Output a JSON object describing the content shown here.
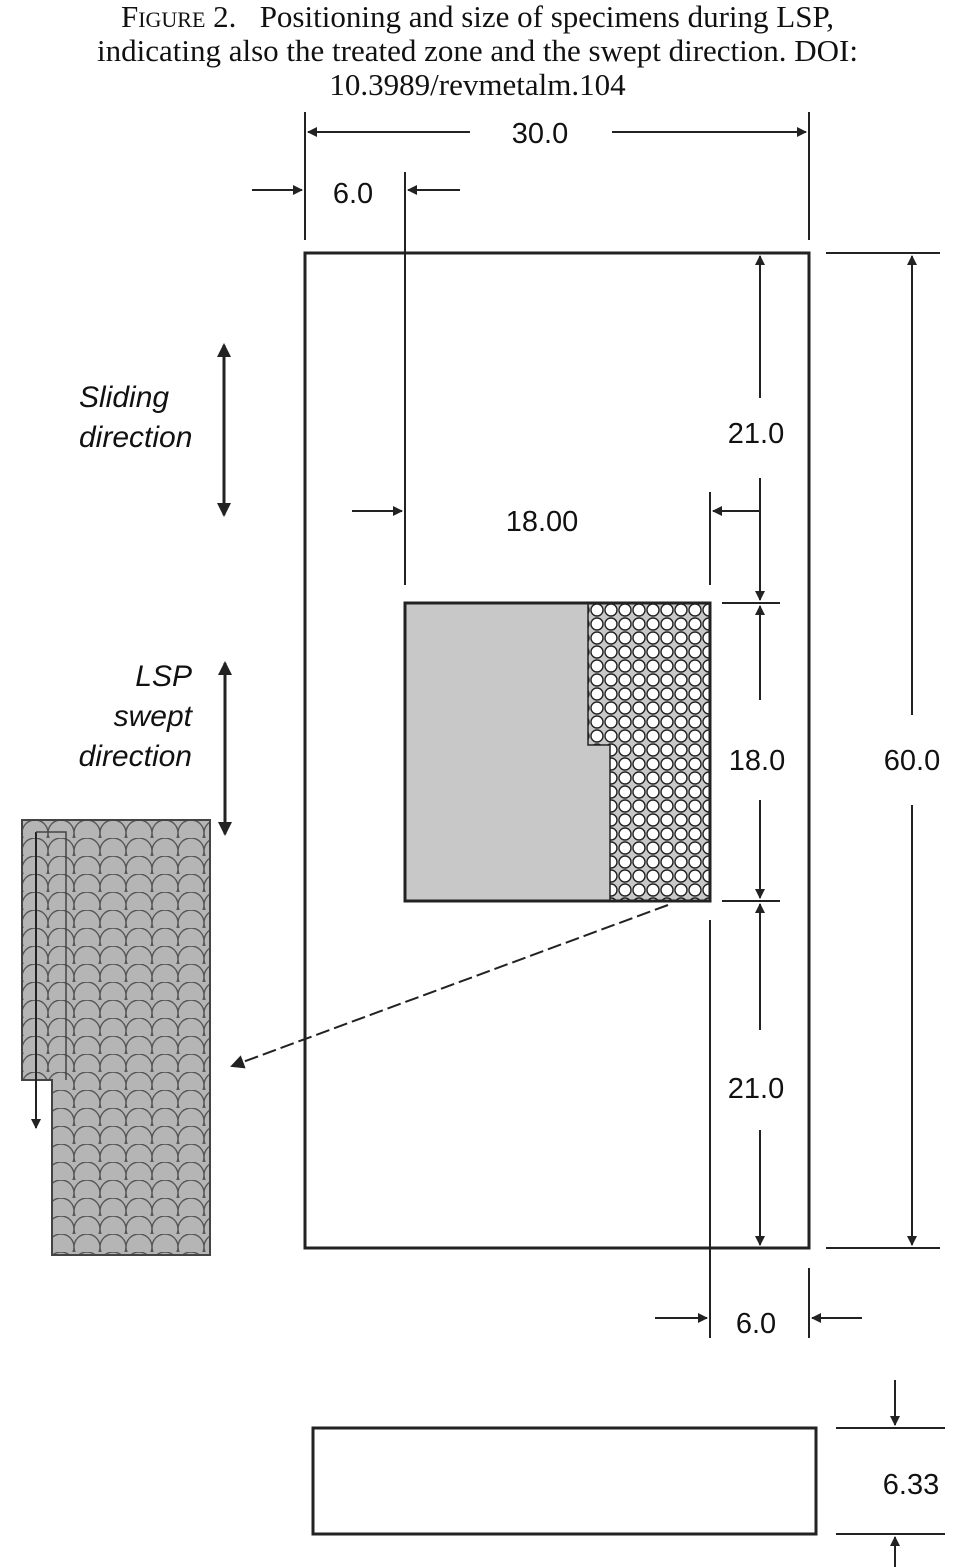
{
  "caption": {
    "figure_label": "Figure 2.",
    "line1": "Positioning and size of specimens during LSP,",
    "line2": "indicating also the treated zone and the swept direction. DOI:",
    "line3": "10.3989/revmetalm.104"
  },
  "dimensions": {
    "width_total": "30.0",
    "left_offset": "6.0",
    "zone_width": "18.00",
    "top_gap": "21.0",
    "zone_height": "18.0",
    "bottom_gap": "21.0",
    "height_total": "60.0",
    "right_offset": "6.0",
    "thickness": "6.33"
  },
  "labels": {
    "sliding_line1": "Sliding",
    "sliding_line2": "direction",
    "lsp_line1": "LSP",
    "lsp_line2": "swept",
    "lsp_line3": "direction"
  },
  "colors": {
    "zone_fill": "#c8c8c8",
    "circle_fill": "#b5b5b5",
    "line": "#222222"
  }
}
